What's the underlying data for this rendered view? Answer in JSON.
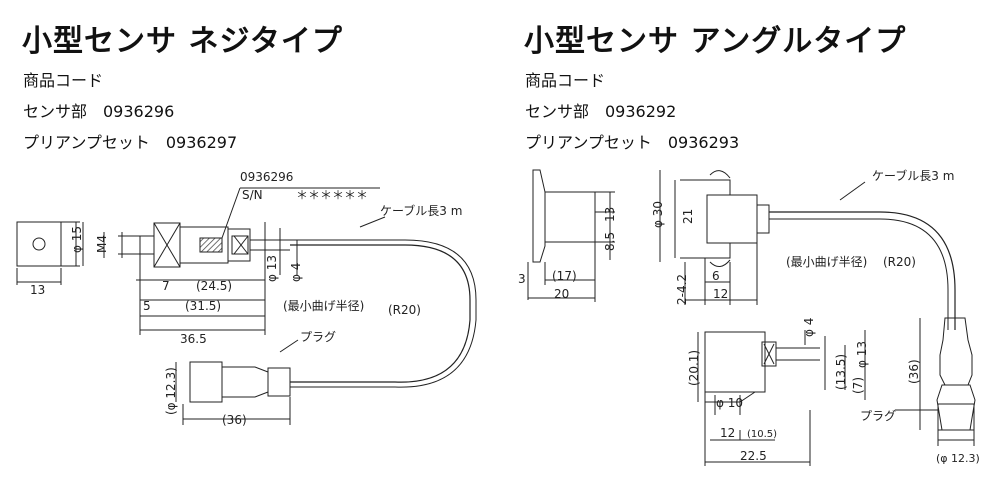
{
  "left": {
    "title": "小型センサ ネジタイプ",
    "code_heading": "商品コード",
    "sensor_line": "センサ部　0936296",
    "preamp_line": "プリアンプセット　0936297",
    "drawing": {
      "part_no": "0936296",
      "sn_label": "S/N",
      "sn_value": "＊＊＊＊＊＊",
      "cable": "ケーブル長3 m",
      "thread": "M4",
      "dia15": "φ 15",
      "w13": "13",
      "d7": "7",
      "d24_5": "(24.5)",
      "d5": "5",
      "d31_5": "(31.5)",
      "d36_5": "36.5",
      "dia13": "φ 13",
      "dia4": "φ 4",
      "bend": "(最小曲げ半径)",
      "r20": "(R20)",
      "plug": "プラグ",
      "dia12_3": "(φ 12.3)",
      "d36": "(36)"
    }
  },
  "right": {
    "title": "小型センサ アングルタイプ",
    "code_heading": "商品コード",
    "sensor_line": "センサ部　0936292",
    "preamp_line": "プリアンプセット　0936293",
    "drawing": {
      "cable": "ケーブル長3 m",
      "d13": "13",
      "d8_5": "8.5",
      "d3": "3",
      "d17": "(17)",
      "d20": "20",
      "dia30": "φ 30",
      "d21": "21",
      "d2_4_2": "2-4.2",
      "d6": "6",
      "d12": "12",
      "bend": "(最小曲げ半径)",
      "r20": "(R20)",
      "dia4": "φ 4",
      "d20_1": "(20.1)",
      "dia13": "φ 13",
      "d13_5": "(13.5)",
      "d7": "(7)",
      "dia10": "φ 10",
      "b12": "12",
      "d10_5": "(10.5)",
      "d22_5": "22.5",
      "d36": "(36)",
      "plug": "プラグ",
      "dia12_3": "(φ 12.3)"
    }
  }
}
